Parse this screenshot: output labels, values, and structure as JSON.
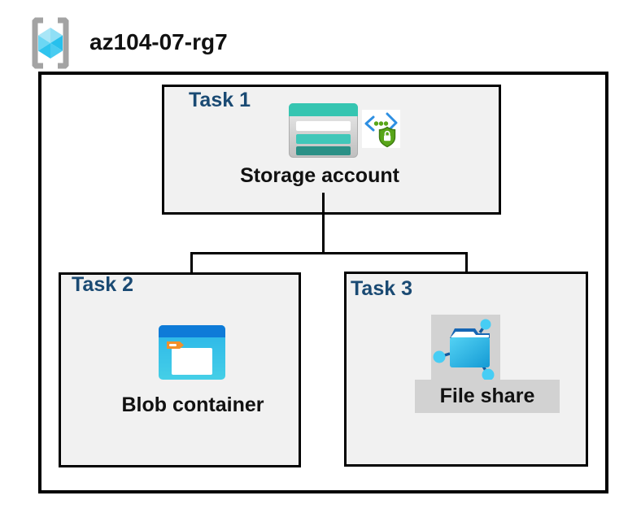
{
  "resource_group": {
    "name": "az104-07-rg7",
    "icon": "resource-group-icon"
  },
  "tasks": {
    "task1": {
      "label": "Task 1",
      "resource": "Storage account",
      "icons": [
        "storage-account-icon",
        "secure-access-icon"
      ]
    },
    "task2": {
      "label": "Task 2",
      "resource": "Blob container",
      "icons": [
        "blob-container-icon"
      ]
    },
    "task3": {
      "label": "Task 3",
      "resource": "File share",
      "icons": [
        "file-share-icon"
      ]
    }
  },
  "connectors": [
    {
      "from": "Storage account",
      "to": "Blob container"
    },
    {
      "from": "Storage account",
      "to": "File share"
    }
  ],
  "colors": {
    "task_label_navy": "#1a4a73",
    "box_fill": "#f1f1f1",
    "outline_black": "#000000",
    "fileshare_highlight_gray": "#d2d2d2",
    "storage_teal": "#35c5b1",
    "storage_teal_dark": "#2a9086",
    "blob_bar_blue": "#0e7bd8",
    "blob_body_cyan": "#2ab4e9",
    "blob_tab_orange": "#f2902a",
    "fileshare_node_cyan": "#47cdf4",
    "fileshare_flap_blue": "#1666b4",
    "secure_green": "#58a618",
    "bracket_gray": "#a3a3a3",
    "cube_cyan": "#49ccf1"
  }
}
